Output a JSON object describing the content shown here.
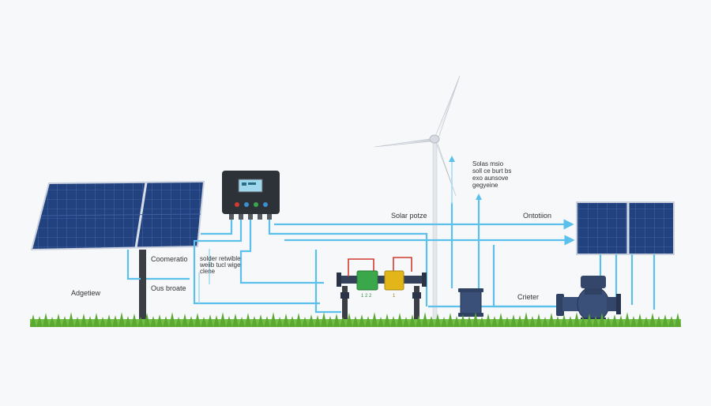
{
  "labels": {
    "solar_pump_top": "Solar potze",
    "controller_right": "Ontotiion",
    "note_line1": "Solas msio",
    "note_line2": "soll ce burt bs",
    "note_line3": "exo aunsove",
    "note_line4": "gegyeine",
    "commercial": "Coomeratio",
    "solar_line1": "solder retwible",
    "solar_line2": "weiib tucl wige",
    "solar_line3": "clene",
    "ous_broate": "Ous broate",
    "adgetiew": "Adgetiew",
    "crieter": "Crieter",
    "valve_left_small": "1 2 2",
    "valve_right_small": "1"
  },
  "colors": {
    "pipe": "#5bc0ea",
    "pipe_light": "#a5dbf3",
    "solar_panel": "#1f3d7a",
    "controller_body": "#2d3238",
    "valve_green": "#3aa84a",
    "valve_yellow": "#e2b618",
    "pump_blue": "#3a5078",
    "wire_red": "#d23a30",
    "grass": "#6fbf3e"
  },
  "icons": [
    "solar-panel-icon",
    "wind-turbine-icon",
    "charge-controller-icon",
    "water-pump-icon",
    "valve-icon",
    "tank-icon"
  ]
}
